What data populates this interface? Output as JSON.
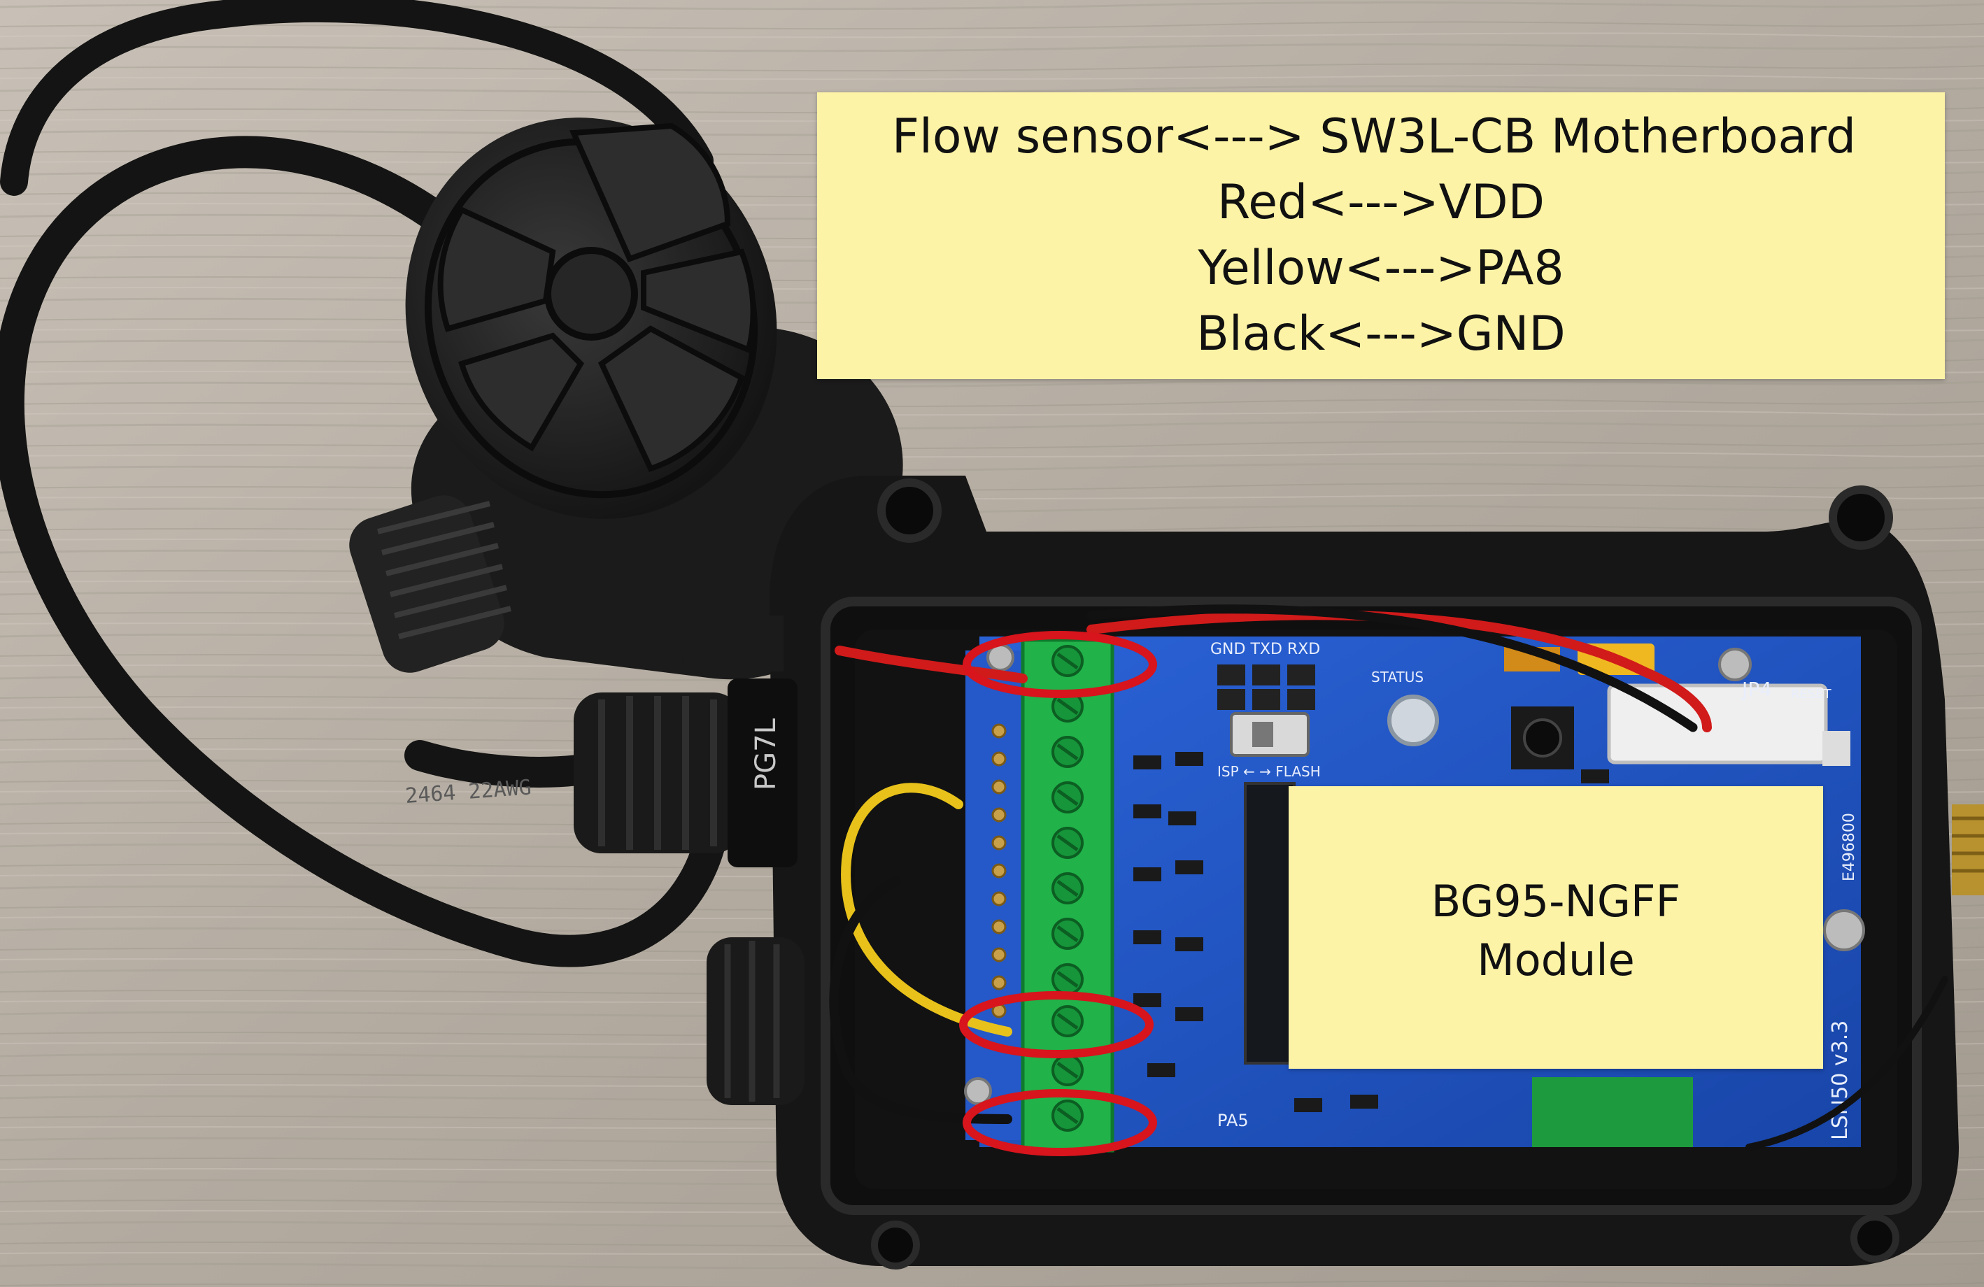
{
  "wiring_note": {
    "lines": [
      "Flow sensor<---> SW3L-CB Motherboard",
      "Red<--->VDD",
      "Yellow<--->PA8",
      "Black<--->GND"
    ]
  },
  "module_note": {
    "lines": [
      "BG95-NGFF",
      "Module"
    ]
  },
  "board": {
    "silkscreen": {
      "header_pins": "GND TXD RXD",
      "jumper": "JP4",
      "reset": "RESET",
      "isp_flash": "ISP ← → FLASH",
      "status": "STATUS",
      "pa5": "PA5",
      "model": "LSN50 v3.3",
      "serial": "E496800"
    }
  },
  "cable_gland_label": "PG7L",
  "cable_print": "2464 22AWG",
  "colors": {
    "note_bg": "#fdf3a6",
    "pcb": "#1f53c4",
    "terminal": "#21b24a",
    "highlight": "#d8141c",
    "wire_red": "#d11a1a",
    "wire_yellow": "#e8c21a",
    "wire_black": "#111111",
    "enclosure": "#151515"
  }
}
